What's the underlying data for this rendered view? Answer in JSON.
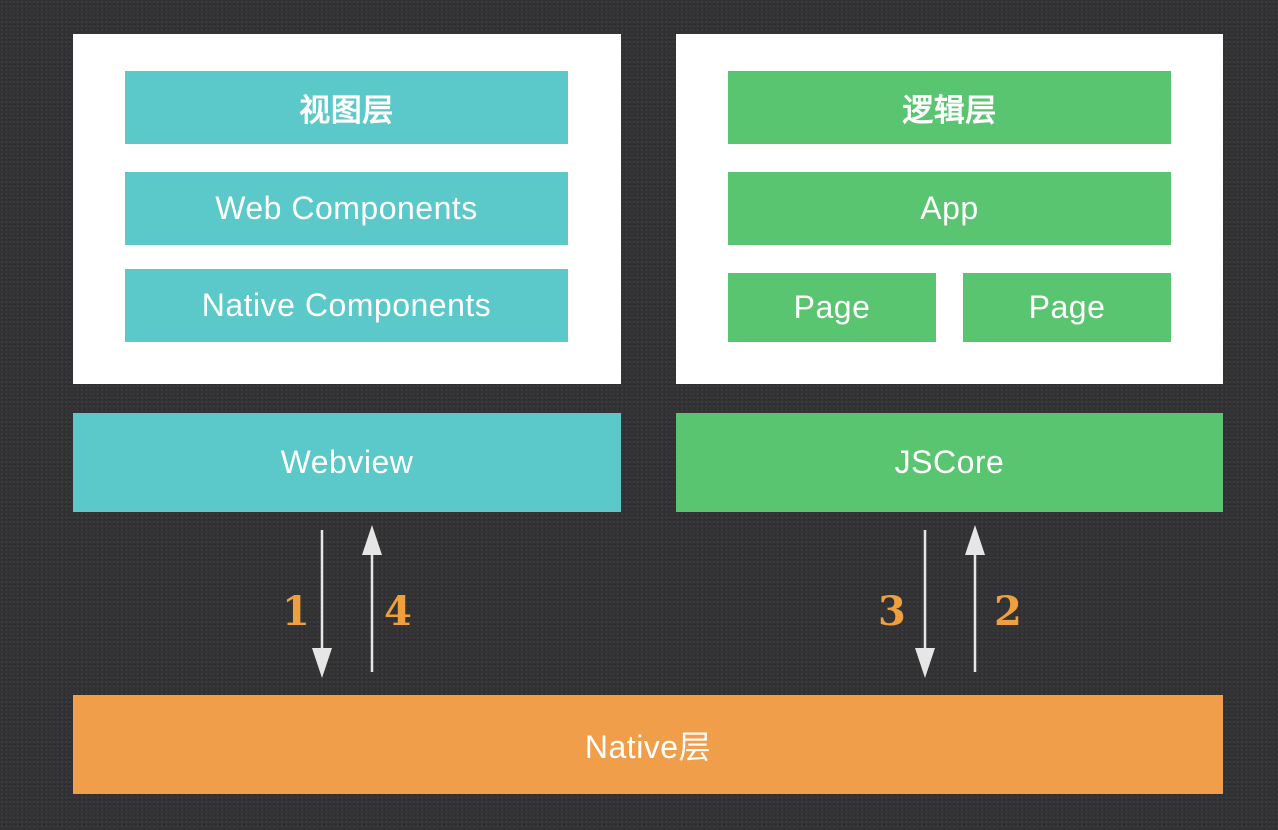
{
  "view_layer": {
    "title": "视图层",
    "web_components": "Web Components",
    "native_components": "Native Components",
    "container": "Webview"
  },
  "logic_layer": {
    "title": "逻辑层",
    "app": "App",
    "page_left": "Page",
    "page_right": "Page",
    "container": "JSCore"
  },
  "native_layer": {
    "label": "Native层"
  },
  "arrows": {
    "left_down": "1",
    "left_up": "4",
    "right_down": "3",
    "right_up": "2"
  },
  "colors": {
    "background": "#333335",
    "teal": "#5bc8c9",
    "green": "#5ac570",
    "orange": "#f19e4b",
    "number": "#ee9f3e",
    "arrow": "#e6e6e6"
  }
}
